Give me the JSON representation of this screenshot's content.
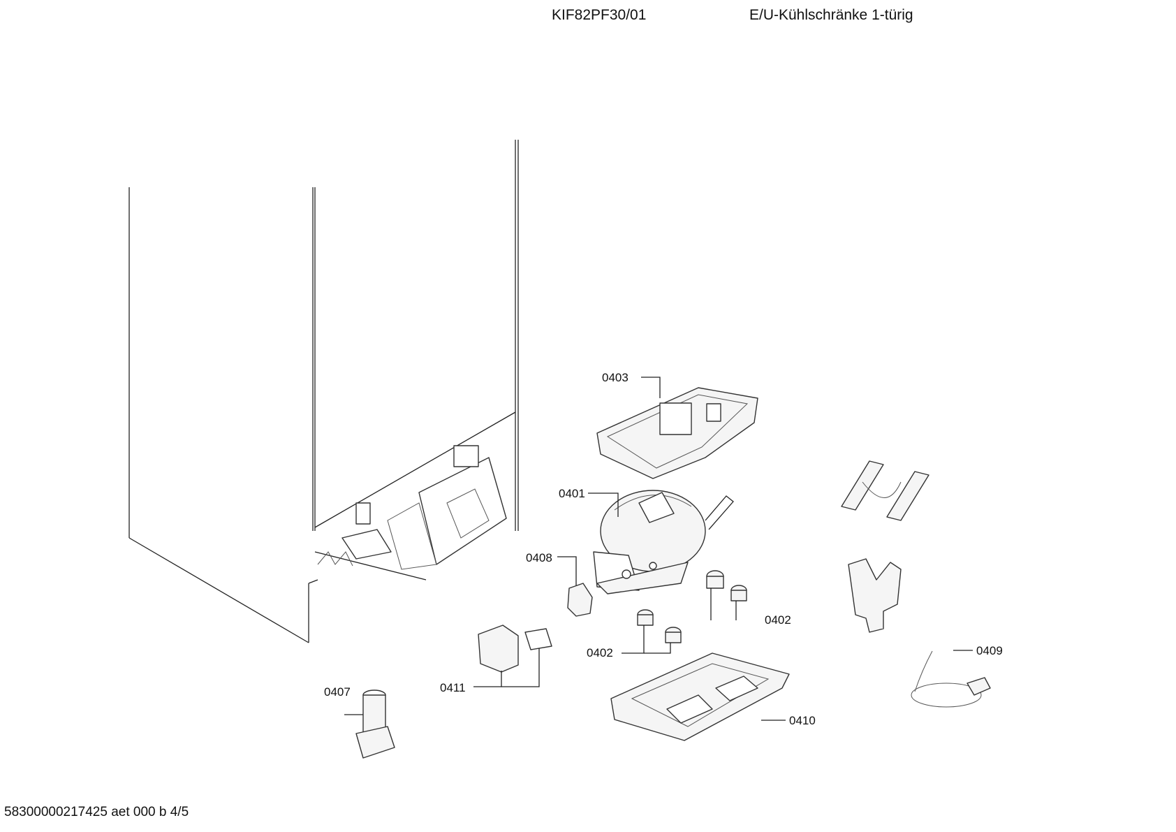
{
  "header": {
    "model": "KIF82PF30/01",
    "title": "E/U-Kühlschränke 1-türig"
  },
  "footer": {
    "document_id": "58300000217425 aet 000 b 4/5"
  },
  "callouts": {
    "c0401": "0401",
    "c0402a": "0402",
    "c0402b": "0402",
    "c0403": "0403",
    "c0407": "0407",
    "c0408": "0408",
    "c0409": "0409",
    "c0410": "0410",
    "c0411": "0411"
  }
}
